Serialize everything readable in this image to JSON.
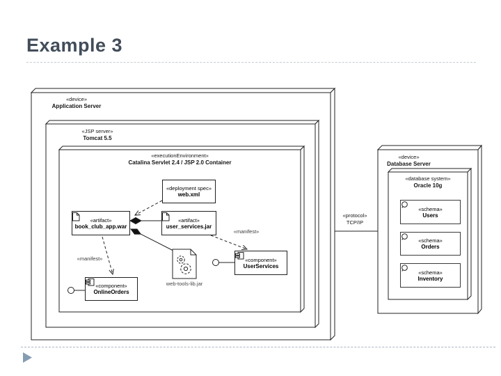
{
  "slide": {
    "title": "Example 3",
    "title_color": "#424D5A",
    "accent_triangle_color": "#859DB3",
    "separator_color_top": "#C6CBD1",
    "separator_color_bottom": "#A9B5C0"
  },
  "diagram": {
    "app_server": {
      "stereotype": "«device»",
      "name": "Application Server"
    },
    "jsp_server": {
      "stereotype": "«JSP server»",
      "name": "Tomcat 5.5"
    },
    "exec_env": {
      "stereotype": "«executionEnvironment»",
      "name": "Catalina Servlet 2.4 / JSP 2.0 Container"
    },
    "deployment_spec": {
      "stereotype": "«deployment spec»",
      "name": "web.xml"
    },
    "artifact_war": {
      "stereotype": "«artifact»",
      "name": "book_club_app.war"
    },
    "artifact_jar": {
      "stereotype": "«artifact»",
      "name": "user_services.jar"
    },
    "manifest_left": "«manifest»",
    "manifest_right": "«manifest»",
    "component_orders": {
      "stereotype": "«component»",
      "name": "OnlineOrders"
    },
    "component_services": {
      "stereotype": "«component»",
      "name": "UserServices"
    },
    "webtools_lib": {
      "name": "web-tools-lib.jar"
    },
    "protocol": {
      "stereotype": "«protocol»",
      "name": "TCP/IP"
    },
    "db_server": {
      "stereotype": "«device»",
      "name": "Database Server"
    },
    "db_system": {
      "stereotype": "«database system»",
      "name": "Oracle 10g"
    },
    "schemas": [
      {
        "stereotype": "«schema»",
        "name": "Users"
      },
      {
        "stereotype": "«schema»",
        "name": "Orders"
      },
      {
        "stereotype": "«schema»",
        "name": "Inventory"
      }
    ]
  }
}
